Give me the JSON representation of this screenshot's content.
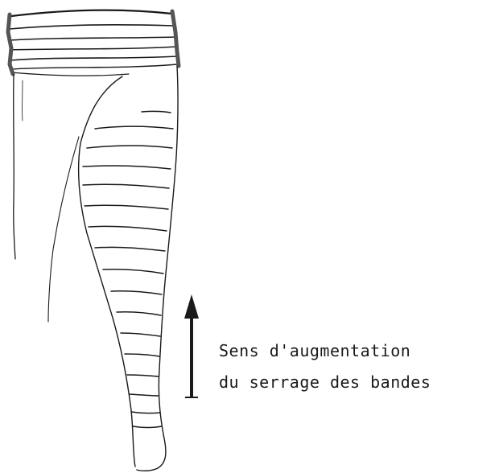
{
  "annotation": {
    "line1": "Sens d'augmentation",
    "line2": "du serrage des bandes"
  },
  "colors": {
    "ink": "#1a1a1a",
    "background": "#ffffff"
  },
  "icons": {
    "arrow": "up-arrow-icon",
    "drawing": "bandaged-leg-sketch"
  }
}
